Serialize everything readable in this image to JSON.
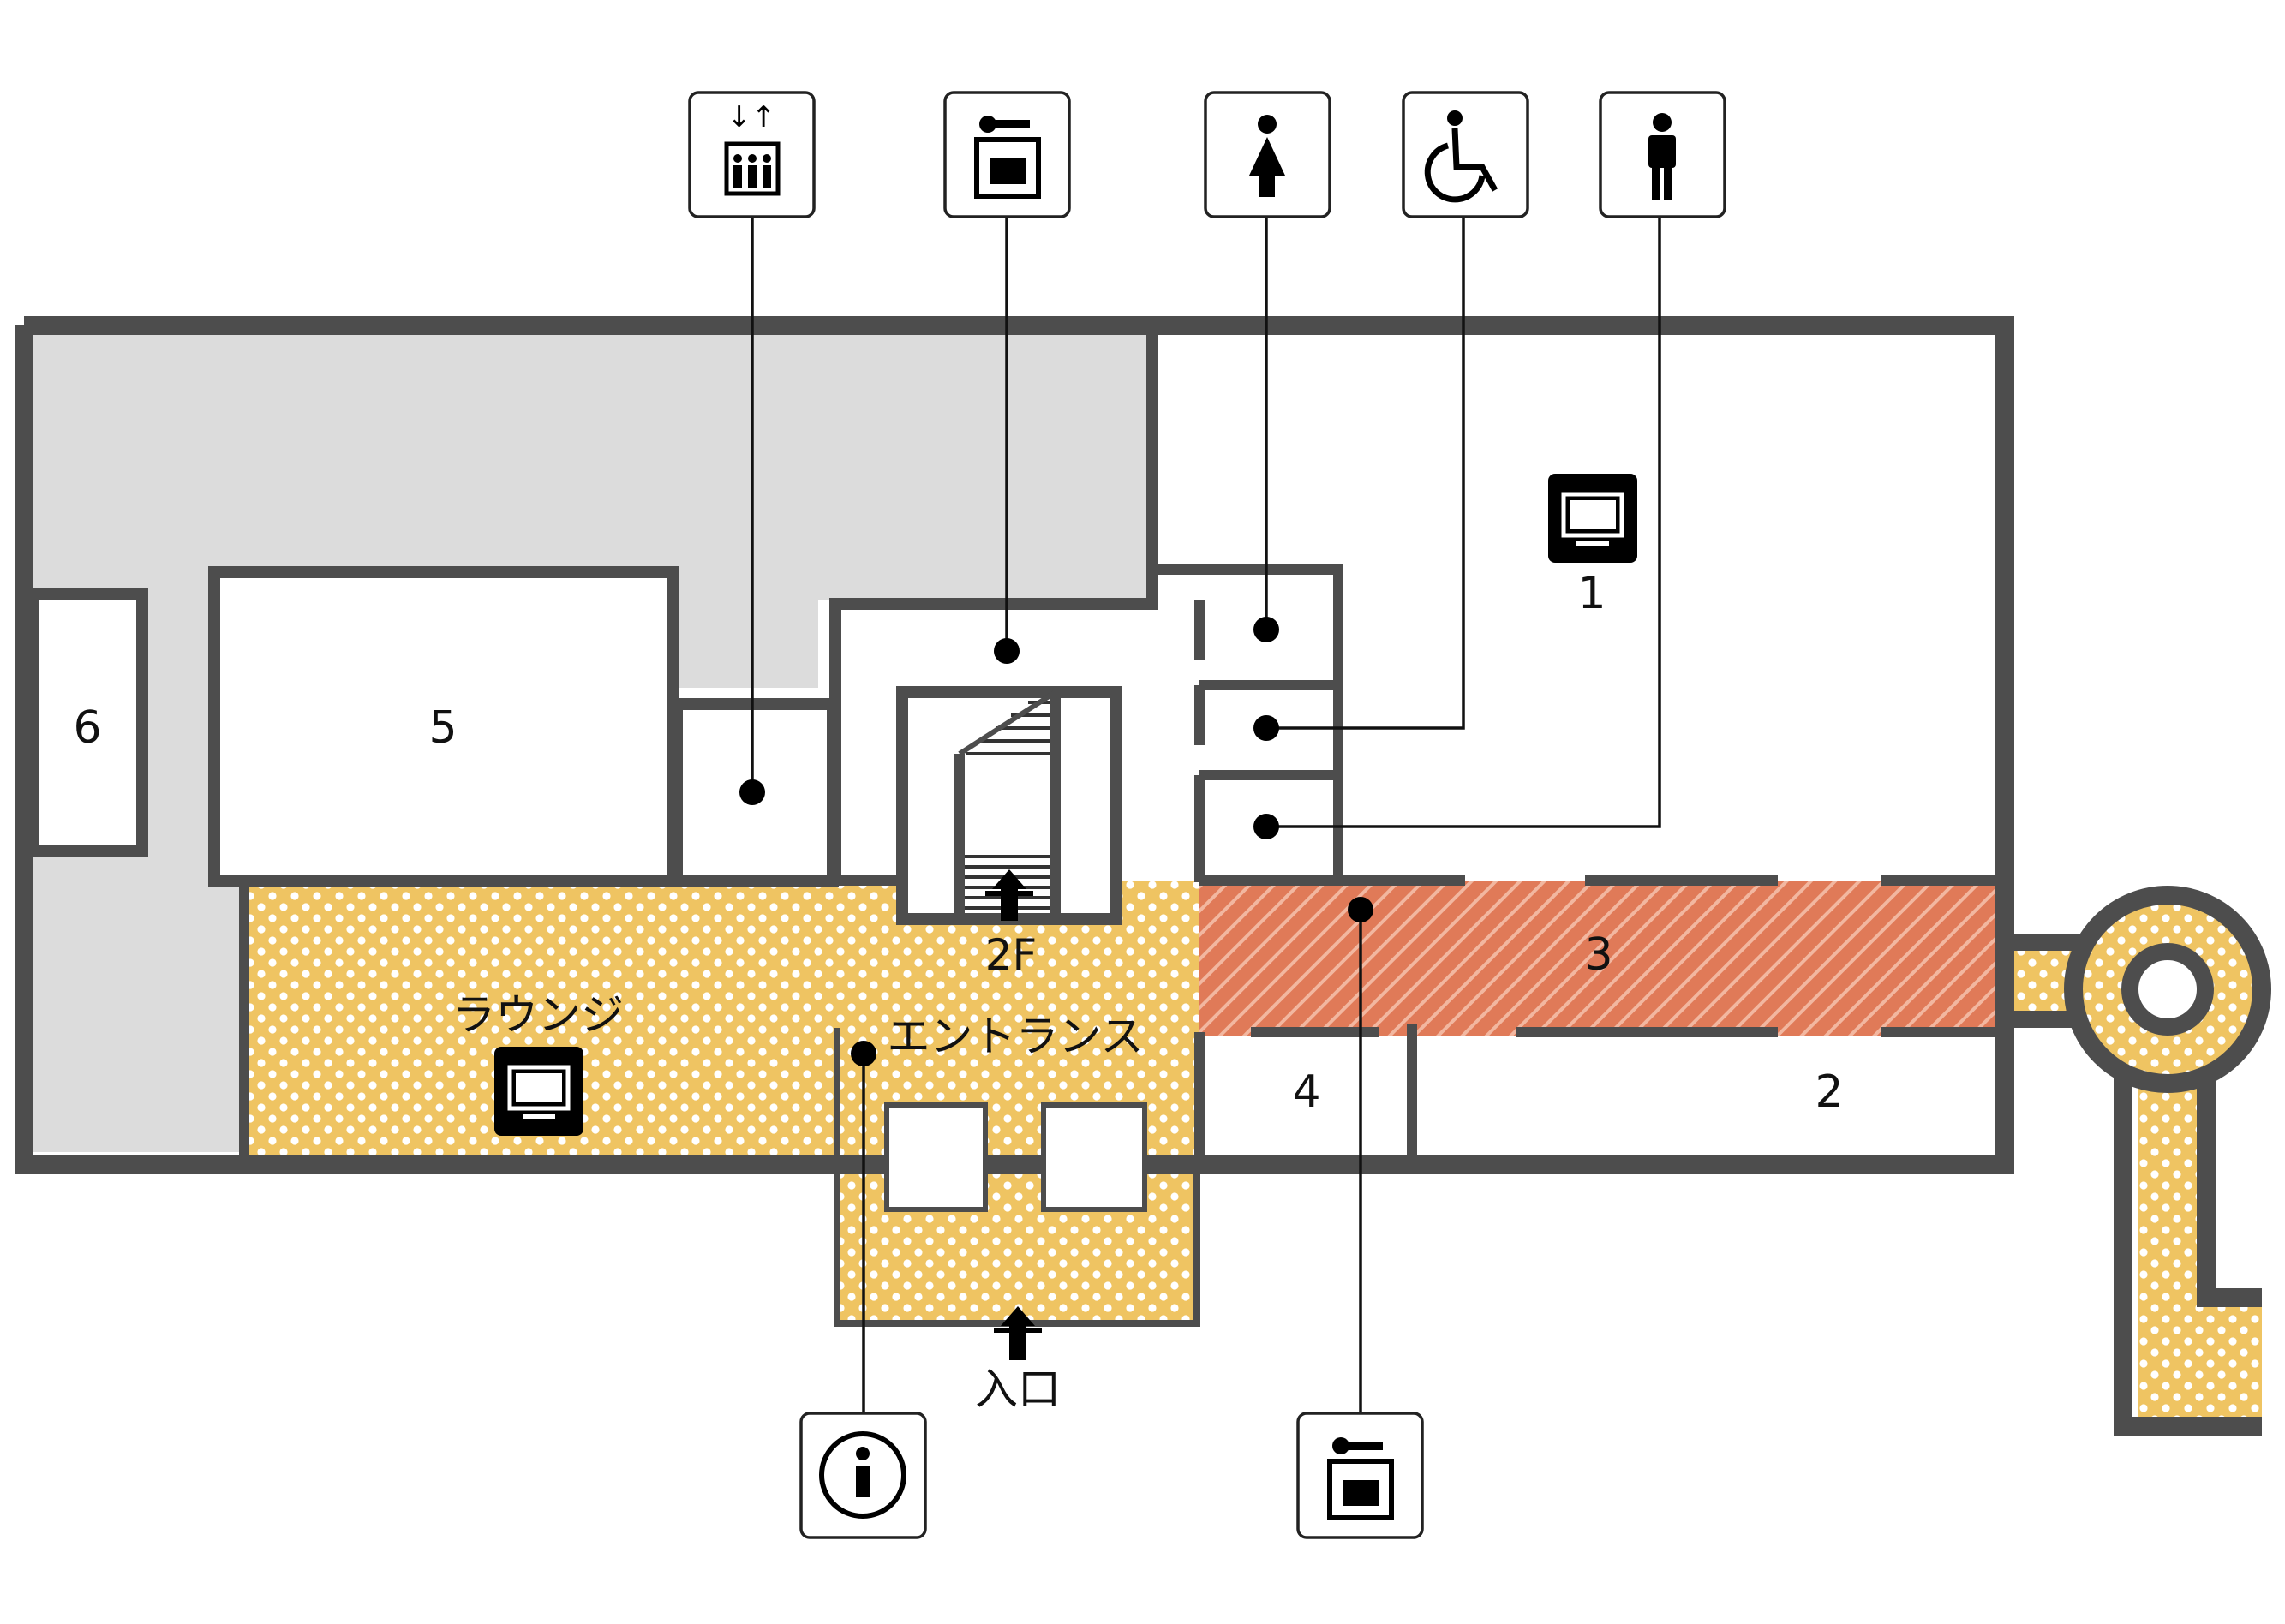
{
  "rooms": [
    {
      "id": "1",
      "label": "1"
    },
    {
      "id": "2",
      "label": "2"
    },
    {
      "id": "3",
      "label": "3"
    },
    {
      "id": "4",
      "label": "4"
    },
    {
      "id": "5",
      "label": "5"
    },
    {
      "id": "6",
      "label": "6"
    }
  ],
  "areas": {
    "lounge": "ラウンジ",
    "entrance": "エントランス",
    "stairs": "2F",
    "entry": "入口"
  },
  "legend_icons": [
    {
      "name": "elevator-icon"
    },
    {
      "name": "coin-locker-icon"
    },
    {
      "name": "womens-restroom-icon"
    },
    {
      "name": "accessible-restroom-icon"
    },
    {
      "name": "mens-restroom-icon"
    },
    {
      "name": "information-icon"
    },
    {
      "name": "coin-locker-icon"
    }
  ],
  "colors": {
    "wall": "#4d4d4d",
    "restricted_area": "#dcdcdc",
    "public_area": "#efc462",
    "corridor_highlight": "#e07a58"
  }
}
